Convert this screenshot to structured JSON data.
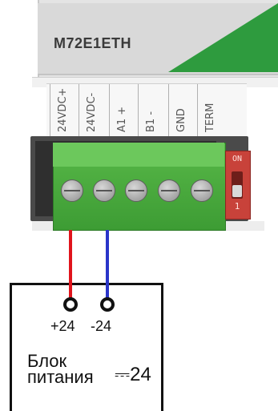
{
  "device": {
    "model": "M72E1ETH",
    "accent_color": "#2e9b3e",
    "terminals": [
      "24VDC+",
      "24VDC-",
      "A1 +",
      "B1 -",
      "GND",
      "TERM"
    ],
    "terminal_block_color": "#4caf3f",
    "dip_switch": {
      "on_label": "ON",
      "position_label": "1",
      "color": "#c8423a"
    }
  },
  "wiring": {
    "positive_wire_color": "#e0141c",
    "negative_wire_color": "#2a35c9"
  },
  "power_supply": {
    "name_line1": "Блок",
    "name_line2": "питания",
    "voltage": "⎓24",
    "plus_terminal": "+24",
    "minus_terminal": "-24"
  }
}
